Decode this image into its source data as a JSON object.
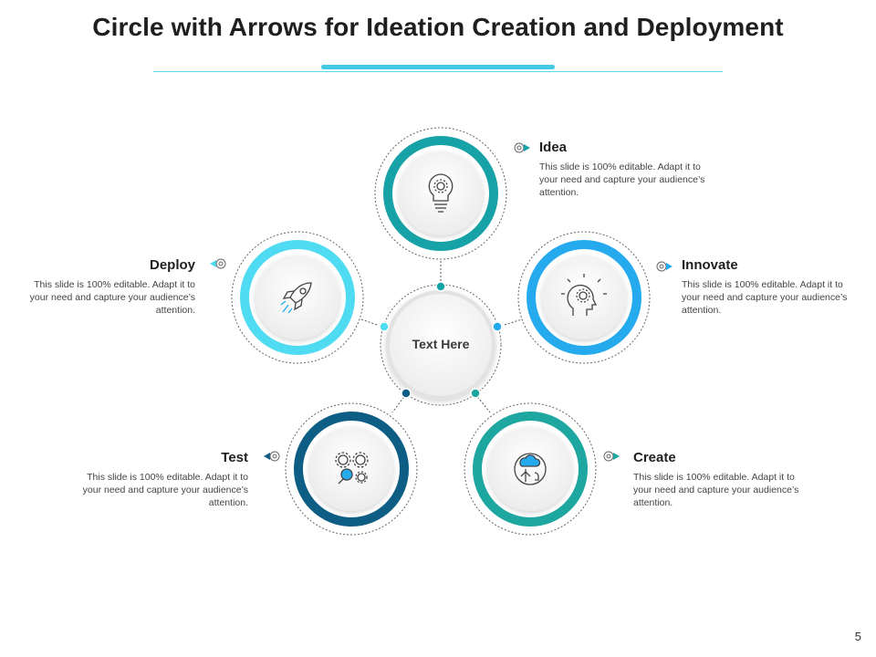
{
  "title": "Circle with Arrows for Ideation Creation and Deployment",
  "center": {
    "label": "Text Here"
  },
  "stages": {
    "idea": {
      "title": "Idea",
      "desc": "This slide is 100% editable. Adapt it to your need and capture your audience’s attention.",
      "color": "#17a2a8",
      "icon": "lightbulb-gear-icon"
    },
    "innovate": {
      "title": "Innovate",
      "desc": "This slide is 100% editable. Adapt it to your need and capture your audience’s attention.",
      "color": "#25aaee",
      "icon": "head-gear-icon"
    },
    "create": {
      "title": "Create",
      "desc": "This slide is 100% editable. Adapt it to your need and capture your audience’s attention.",
      "color": "#1ea6a0",
      "icon": "cloud-bulb-icon"
    },
    "test": {
      "title": "Test",
      "desc": "This slide is 100% editable. Adapt it to your need and capture your audience’s attention.",
      "color": "#0e5d85",
      "icon": "gears-magnifier-icon"
    },
    "deploy": {
      "title": "Deploy",
      "desc": "This slide is 100% editable. Adapt it to your need and capture your audience’s attention.",
      "color": "#4fdcf2",
      "icon": "rocket-icon"
    }
  },
  "page_number": "5"
}
